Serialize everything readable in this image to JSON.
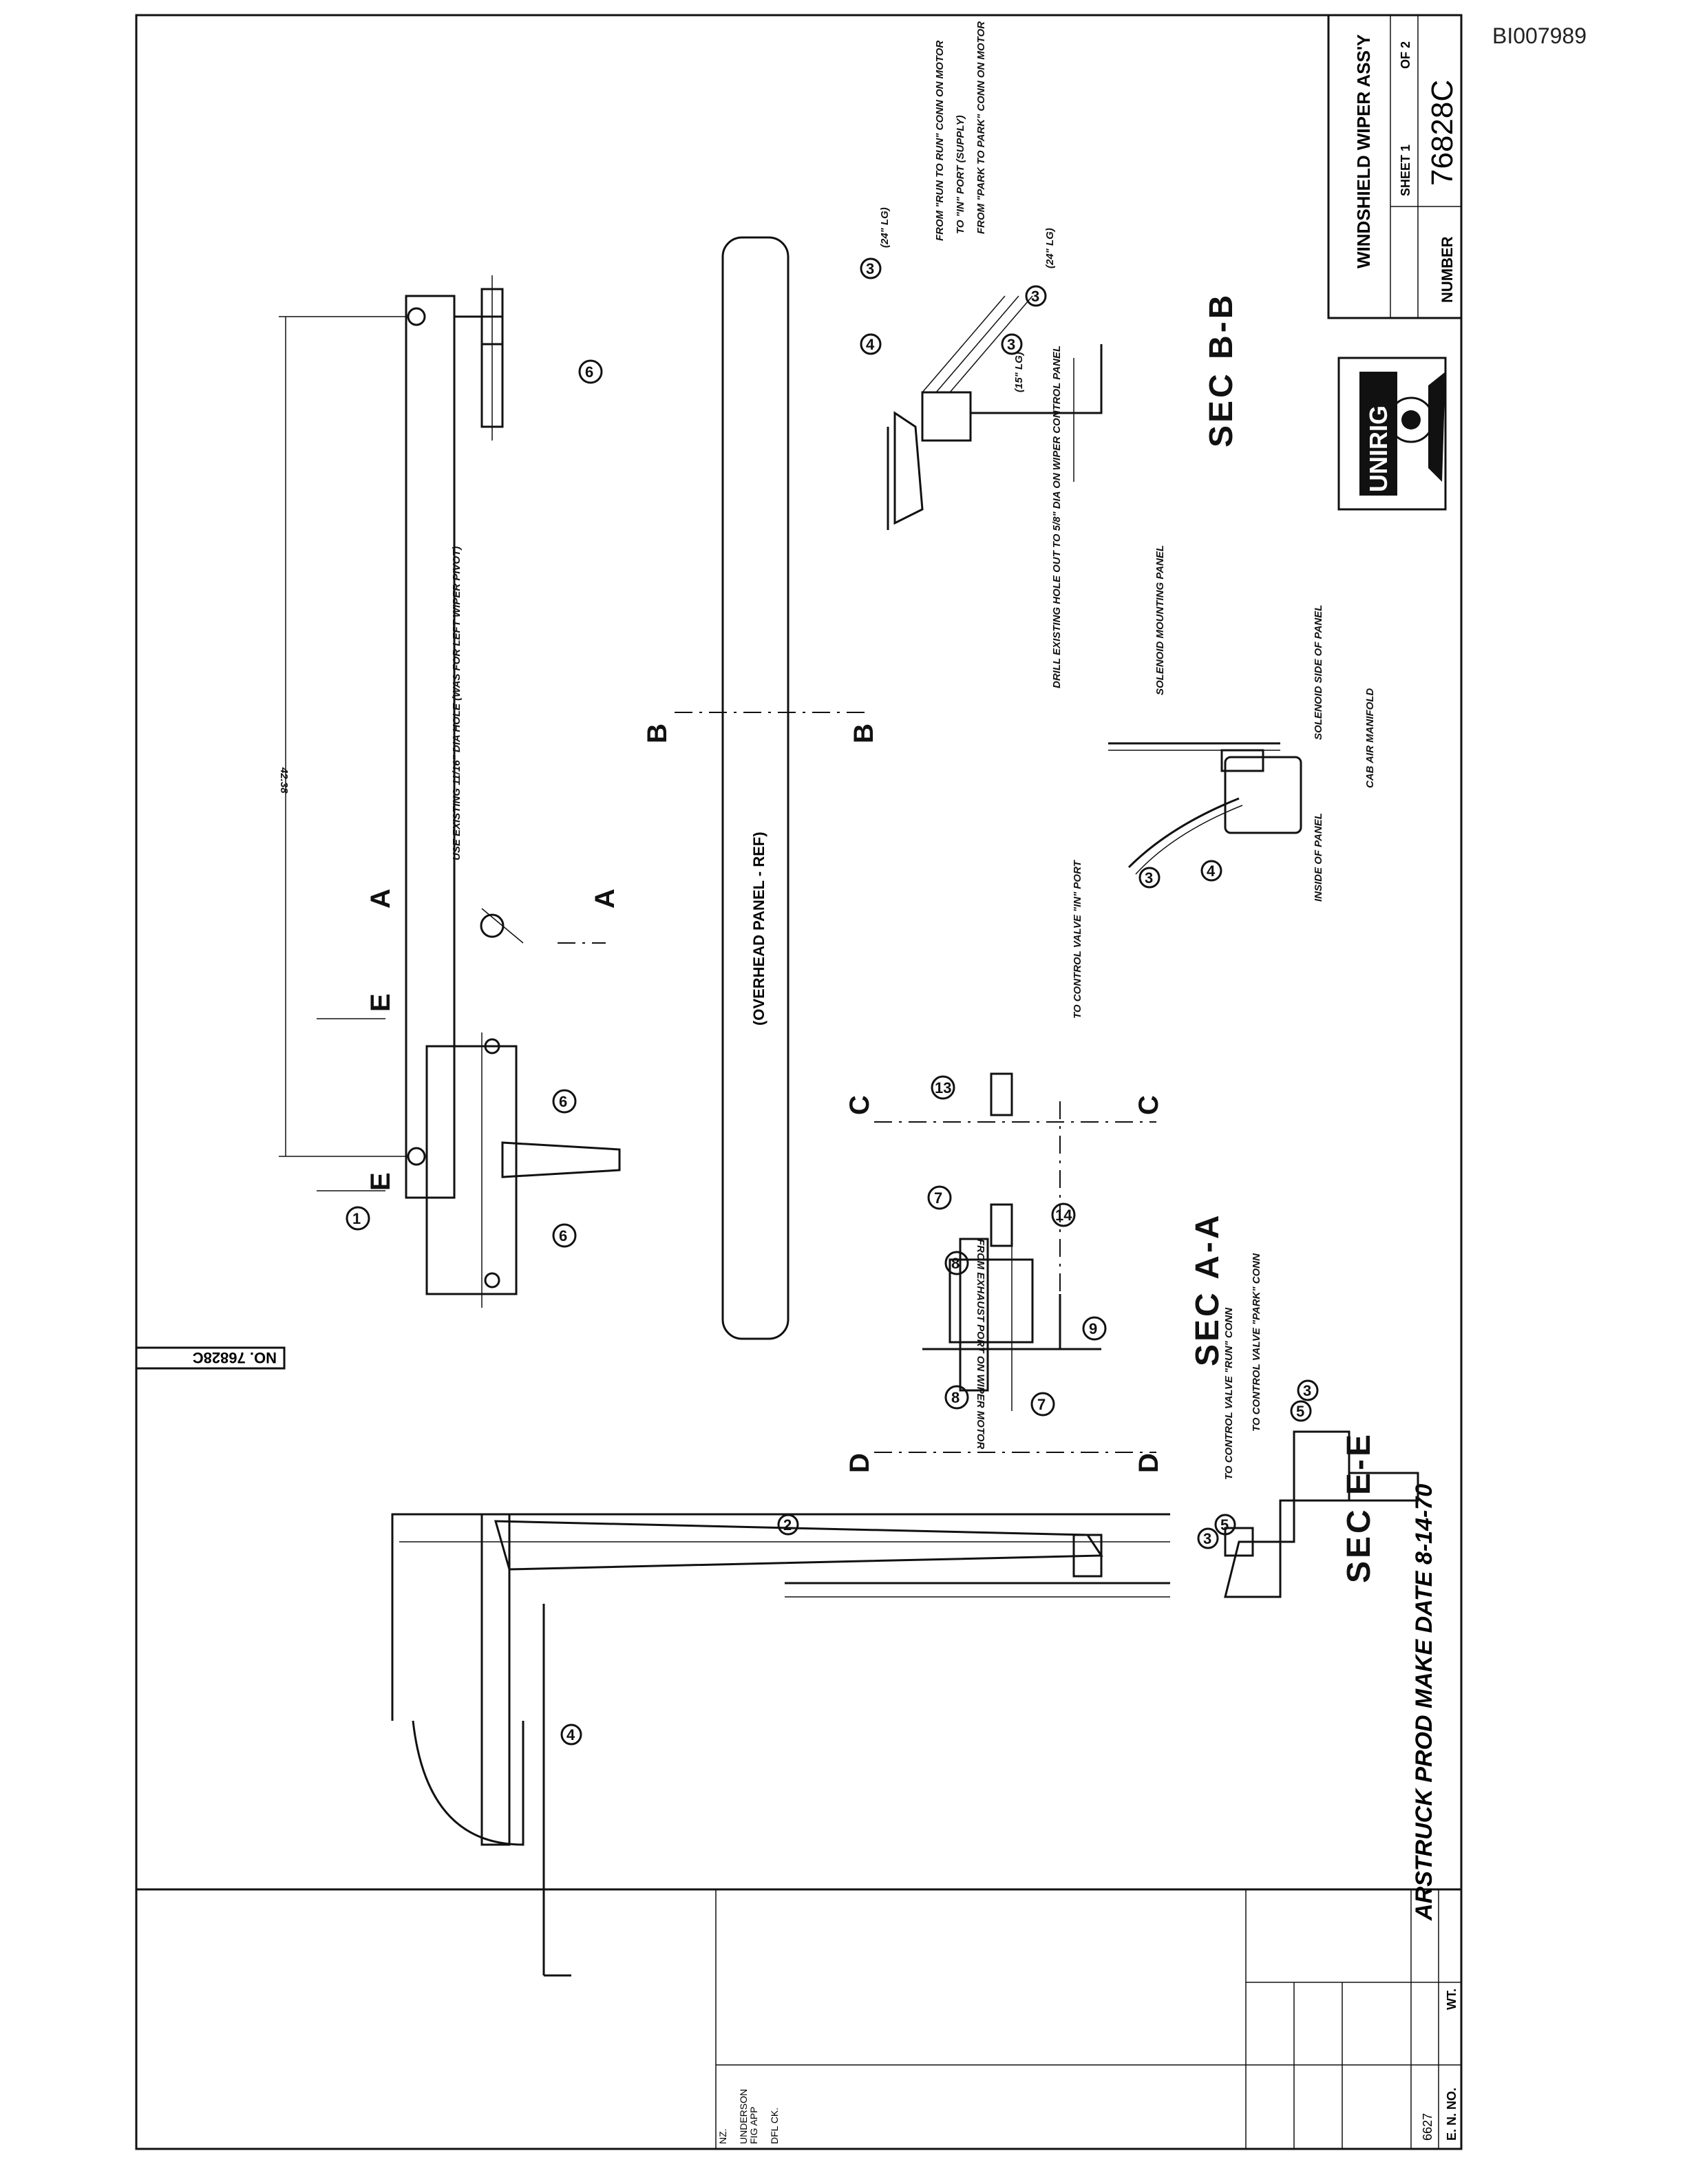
{
  "document_id": "BI007989",
  "title_block": {
    "title": "WINDSHIELD WIPER ASS'Y",
    "sheet": "SHEET 1",
    "of": "OF 2",
    "number_label": "NUMBER",
    "number": "76828C"
  },
  "edge_label": "NO. 76828C",
  "logo_text": "UNIRIG",
  "revision_block": {
    "en_no_label": "E. N. NO.",
    "wt_label": "WT.",
    "en_value": "6627",
    "marks": [
      "NZ.",
      "UNDERSON",
      "FIG APP",
      "DFL CK."
    ]
  },
  "approval_stamp": "ARSTRUCK PROD MAKE DATE 8-14-70",
  "notes": {
    "overhead_panel": "(OVERHEAD PANEL - REF)",
    "use_existing": "USE EXISTING 11/16\" DIA HOLE (WAS FOR LEFT WIPER PIVOT)",
    "dimension": "42.38",
    "drill": "DRILL EXISTING HOLE OUT TO 5/8\" DIA ON WIPER CONTROL PANEL",
    "from_run": "FROM \"RUN TO RUN\" CONN ON MOTOR",
    "to_port": "TO \"IN\" PORT (SUPPLY)",
    "from_park": "FROM \"PARK TO PARK\" CONN ON MOTOR",
    "len_24a": "(24\" LG)",
    "len_24b": "(24\" LG)",
    "len_15": "(15\" LG)",
    "solenoid_mounting": "SOLENOID MOUNTING PANEL",
    "solenoid_side": "SOLENOID SIDE OF PANEL",
    "cab_manifold": "CAB AIR MANIFOLD",
    "inside_panel": "INSIDE OF PANEL",
    "to_control_in": "TO CONTROL VALVE \"IN\" PORT",
    "from_exhaust": "FROM EXHAUST PORT ON WIPER MOTOR",
    "to_run": "TO CONTROL VALVE \"RUN\" CONN",
    "to_park": "TO CONTROL VALVE \"PARK\" CONN"
  },
  "section_marks": {
    "a": "A",
    "b": "B",
    "c": "C",
    "d": "D",
    "e": "E"
  },
  "section_titles": {
    "bb": "SEC B-B",
    "aa": "SEC A-A",
    "ee": "SEC E-E"
  },
  "balloons": {
    "b1": "1",
    "b2": "2",
    "b3": "3",
    "b4": "4",
    "b5": "5",
    "b6": "6",
    "b7": "7",
    "b8": "8",
    "b9": "9",
    "b13": "13",
    "b14": "14"
  }
}
